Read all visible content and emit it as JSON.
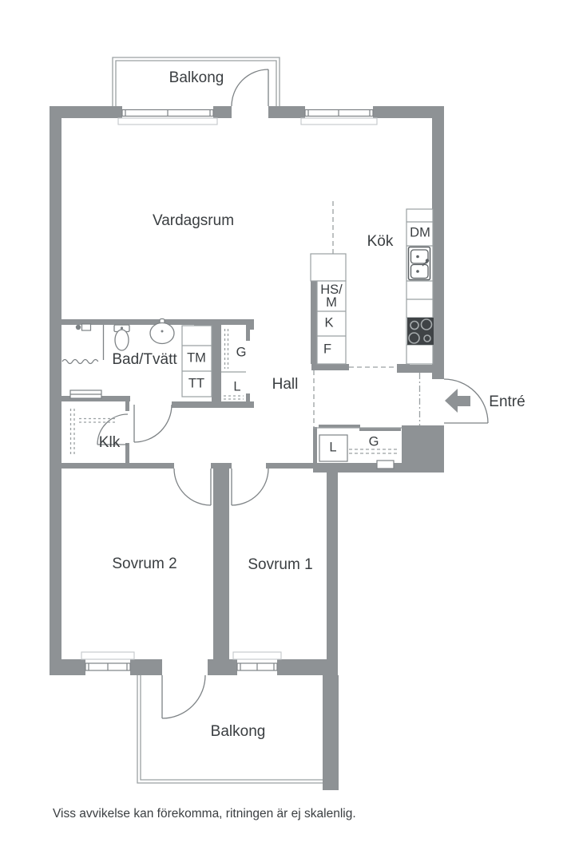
{
  "rooms": {
    "balcony_top": "Balkong",
    "living_room": "Vardagsrum",
    "kitchen": "Kök",
    "bathroom": "Bad/Tvätt",
    "hall": "Hall",
    "walk_in_closet": "Klk",
    "bedroom2": "Sovrum 2",
    "bedroom1": "Sovrum 1",
    "balcony_bottom": "Balkong",
    "entrance": "Entré"
  },
  "fixtures": {
    "dishwasher": "DM",
    "tall_cabinet_line1": "HS/",
    "tall_cabinet_line2": "M",
    "fridge": "K",
    "freezer": "F",
    "washer": "TM",
    "dryer": "TT",
    "wardrobe_bathroom": "G",
    "linen_bathroom": "L",
    "wardrobe_hall": "G",
    "linen_hall": "L"
  },
  "footer": {
    "disclaimer": "Viss avvikelse kan förekomma, ritningen är ej skalenlig."
  },
  "colors": {
    "wall": "#8e9295",
    "thin_line": "#7d8285",
    "light_line": "#9aa0a2",
    "text": "#3a3e41",
    "stove": "#3f4346"
  }
}
